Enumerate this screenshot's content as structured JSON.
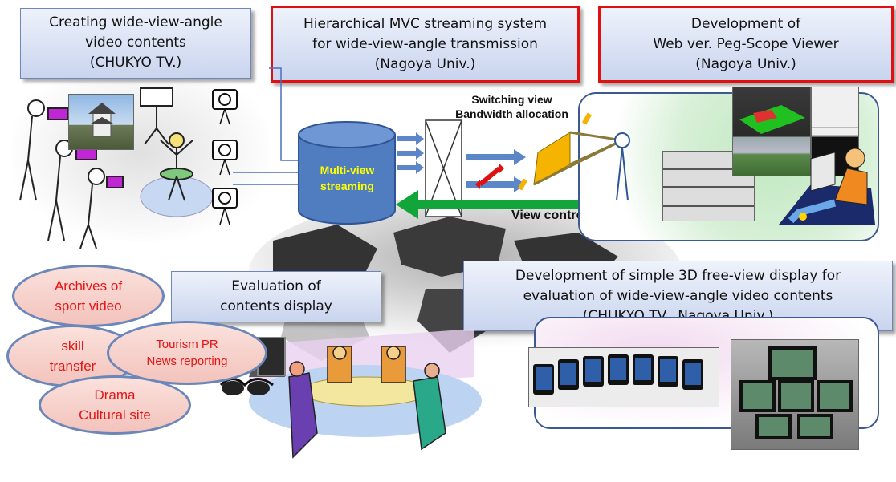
{
  "boxes": {
    "creating": {
      "lines": [
        "Creating wide-view-angle",
        "video contents",
        "(CHUKYO TV.)"
      ]
    },
    "hierarchical": {
      "lines": [
        "Hierarchical MVC streaming system",
        "for wide-view-angle transmission",
        "(Nagoya Univ.)"
      ]
    },
    "web_viewer": {
      "lines": [
        "Development of",
        "Web ver. Peg-Scope Viewer",
        "(Nagoya Univ.)"
      ]
    },
    "evaluation": {
      "lines": [
        "Evaluation of",
        "contents display"
      ]
    },
    "display3d": {
      "lines": [
        "Development of simple 3D free-view display for",
        "evaluation of wide-view-angle video contents",
        "(CHUKYO TV., Nagoya Univ.)"
      ]
    }
  },
  "streaming": {
    "cylinder_lines": [
      "Multi-view",
      "streaming"
    ],
    "switching_lines": [
      "Switching view",
      "Bandwidth allocation"
    ],
    "control_label": "View control signal"
  },
  "bubbles": {
    "archives": [
      "Archives of",
      "sport video"
    ],
    "skill": [
      "skill",
      "transfer"
    ],
    "tourism": [
      "Tourism PR",
      "News reporting"
    ],
    "drama": [
      "Drama",
      "Cultural site"
    ]
  },
  "colors": {
    "cylinder": "#4f7dbf",
    "cylinder_text": "#ffff00",
    "bubble_text": "#e51515",
    "box_border_red": "#e01010",
    "arrow_green": "#12a53a"
  }
}
